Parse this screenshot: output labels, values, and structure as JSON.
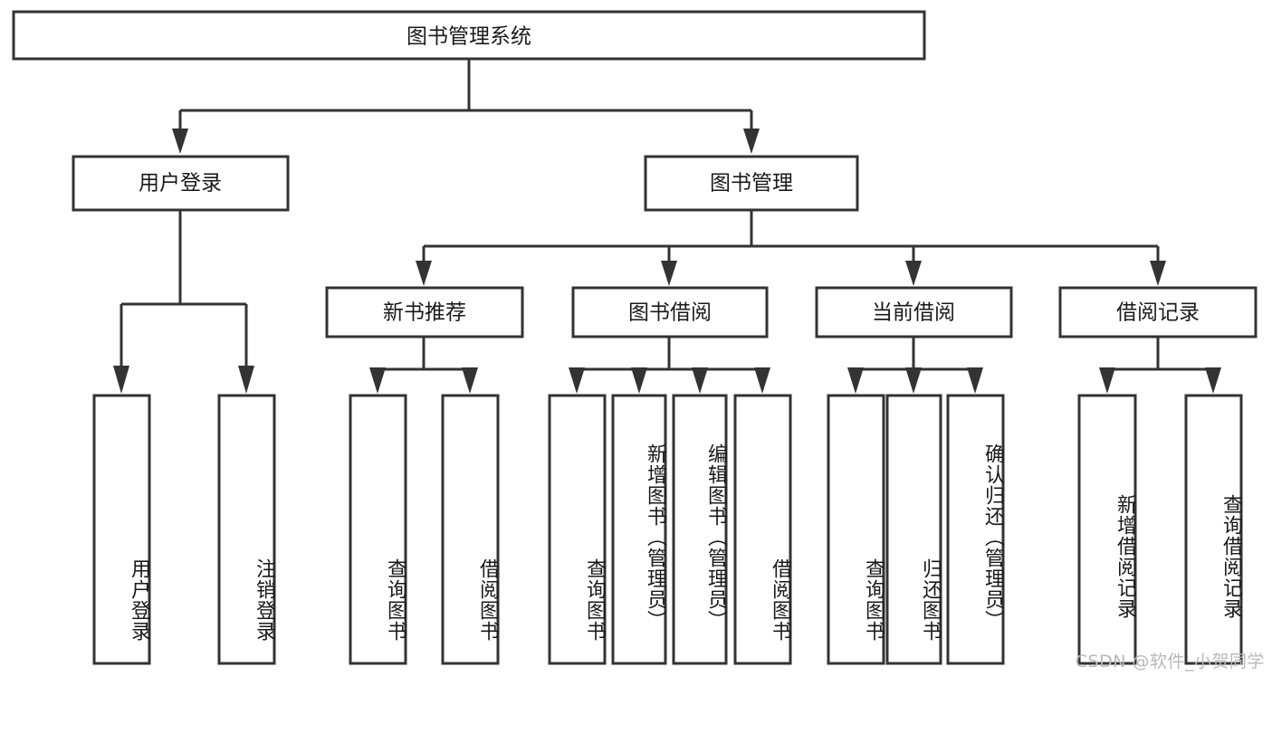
{
  "diagram": {
    "type": "hierarchy-tree",
    "title": "图书管理系统",
    "root": {
      "id": "root",
      "label": "图书管理系统"
    },
    "level2": [
      {
        "id": "user-login",
        "label": "用户登录"
      },
      {
        "id": "book-manage",
        "label": "图书管理"
      }
    ],
    "level3": [
      {
        "id": "new-book-rec",
        "label": "新书推荐",
        "parent": "book-manage"
      },
      {
        "id": "book-borrow",
        "label": "图书借阅",
        "parent": "book-manage"
      },
      {
        "id": "current-borrow",
        "label": "当前借阅",
        "parent": "book-manage"
      },
      {
        "id": "borrow-record",
        "label": "借阅记录",
        "parent": "book-manage"
      }
    ],
    "leaves": [
      {
        "id": "leaf-user-login",
        "label": "用户登录",
        "parent": "user-login"
      },
      {
        "id": "leaf-user-logout",
        "label": "注销登录",
        "parent": "user-login"
      },
      {
        "id": "leaf-query-book-1",
        "label": "查询图书",
        "parent": "new-book-rec"
      },
      {
        "id": "leaf-borrow-book-1",
        "label": "借阅图书",
        "parent": "new-book-rec"
      },
      {
        "id": "leaf-query-book-2",
        "label": "查询图书",
        "parent": "book-borrow"
      },
      {
        "id": "leaf-add-book",
        "label": "新增图书（管理员）",
        "parent": "book-borrow"
      },
      {
        "id": "leaf-edit-book",
        "label": "编辑图书（管理员）",
        "parent": "book-borrow"
      },
      {
        "id": "leaf-borrow-book-2",
        "label": "借阅图书",
        "parent": "book-borrow"
      },
      {
        "id": "leaf-query-book-3",
        "label": "查询图书",
        "parent": "current-borrow"
      },
      {
        "id": "leaf-return-book",
        "label": "归还图书",
        "parent": "current-borrow"
      },
      {
        "id": "leaf-confirm-return",
        "label": "确认归还（管理员）",
        "parent": "current-borrow"
      },
      {
        "id": "leaf-add-record",
        "label": "新增借阅记录",
        "parent": "borrow-record"
      },
      {
        "id": "leaf-query-record",
        "label": "查询借阅记录",
        "parent": "borrow-record"
      }
    ]
  },
  "watermark": {
    "text": "CSDN @软件_小贺同学"
  },
  "colors": {
    "stroke": "#333333",
    "box_fill": "#ffffff",
    "text": "#1a1a1a",
    "watermark": "#b9b9b9",
    "background": "#ffffff"
  }
}
